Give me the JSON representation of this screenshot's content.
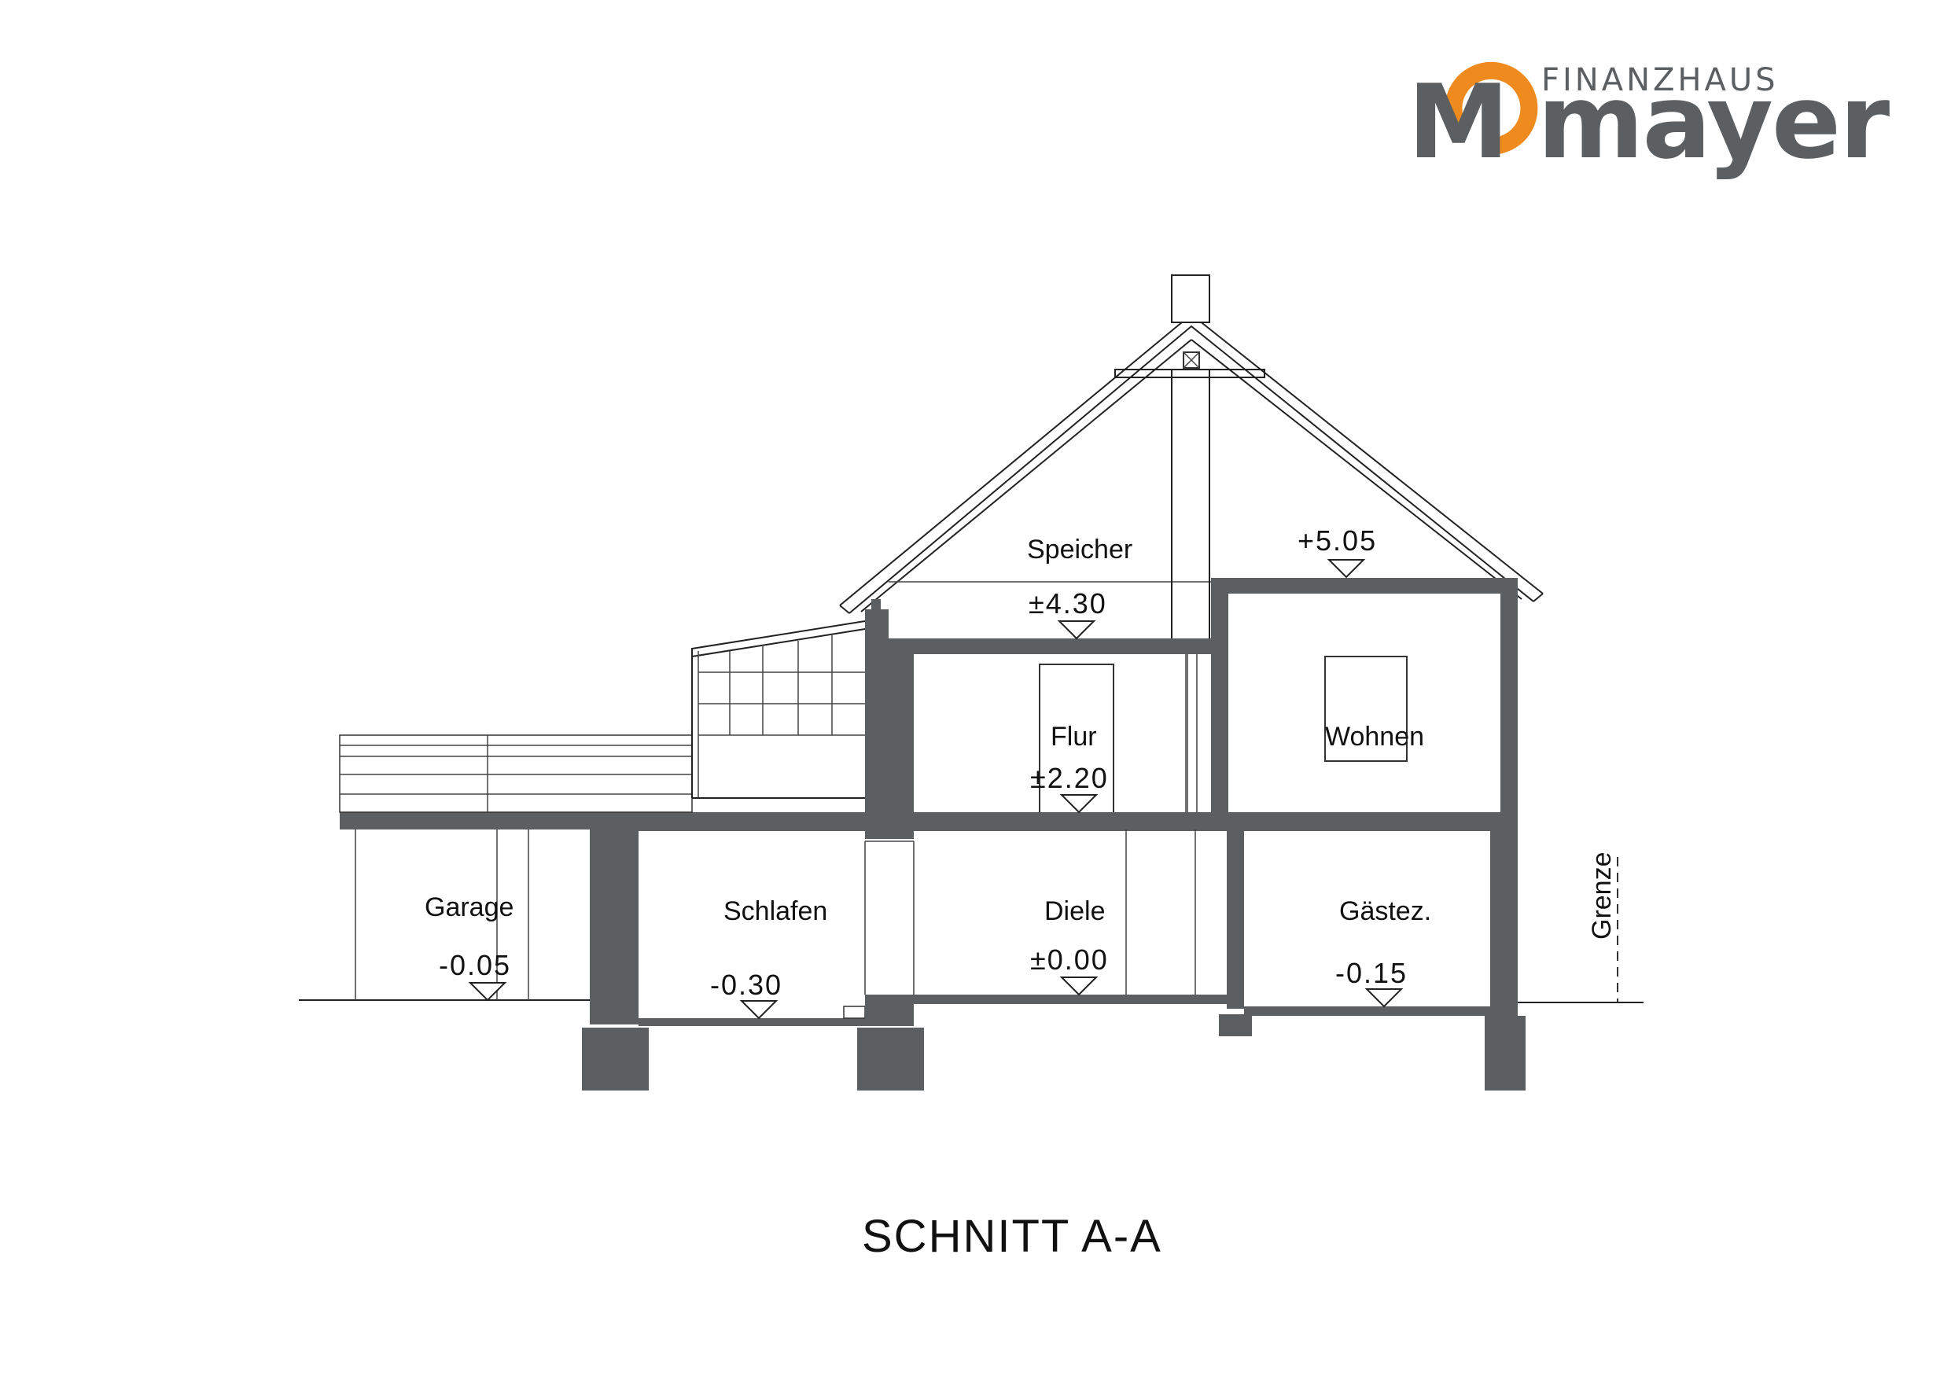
{
  "logo": {
    "small_text": "FINANZHAUS",
    "big_text": "mayer",
    "mark_letter": "M",
    "brand_gray": "#5b5f61",
    "brand_orange": "#ee8a1e"
  },
  "title": "SCHNITT A-A",
  "wall_color": "#5b5f61",
  "rooms": {
    "speicher": "Speicher",
    "flur": "Flur",
    "wohnen": "Wohnen",
    "garage": "Garage",
    "schlafen": "Schlafen",
    "diele": "Diele",
    "gaestez": "Gästez."
  },
  "levels": {
    "speicher": "±4.30",
    "wohnen": "+5.05",
    "flur": "±2.20",
    "garage": "-0.05",
    "schlafen": "-0.30",
    "diele": "±0.00",
    "gaestez": "-0.15"
  },
  "boundary_label": "Grenze"
}
